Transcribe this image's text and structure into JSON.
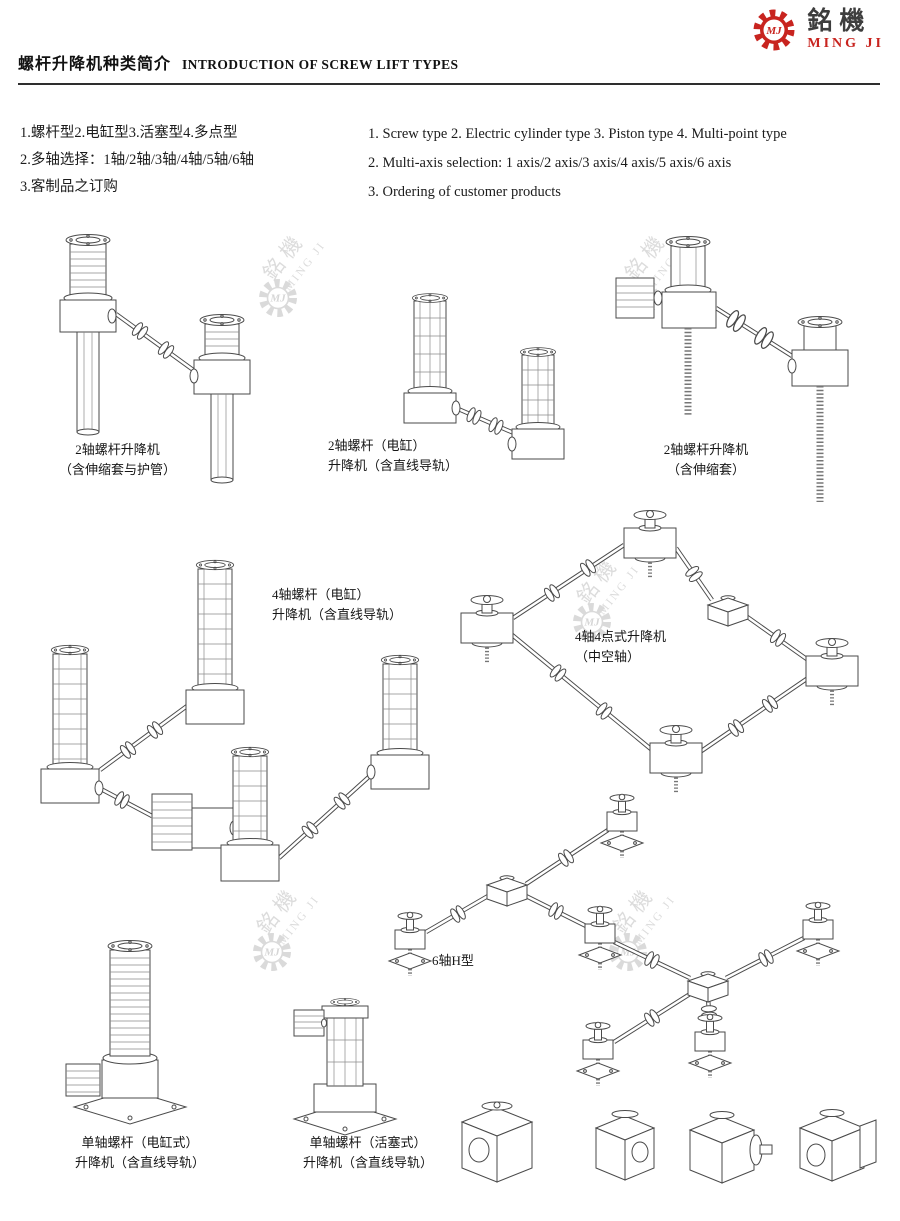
{
  "page": {
    "title_zh": "螺杆升降机种类简介",
    "title_en": "INTRODUCTION OF SCREW LIFT TYPES"
  },
  "brand": {
    "name_zh": "銘機",
    "name_en": "MING JI",
    "monogram": "MJ",
    "accent_color": "#c8241f"
  },
  "icons": {
    "brand_gear": "gear",
    "watermark_gear": "gear"
  },
  "intro": {
    "zh": [
      "1.螺杆型2.电缸型3.活塞型4.多点型",
      "2.多轴选择：1轴/2轴/3轴/4轴/5轴/6轴",
      "3.客制品之订购"
    ],
    "en": [
      "1. Screw type 2. Electric cylinder type 3. Piston type 4. Multi-point type",
      "2. Multi-axis selection: 1 axis/2 axis/3 axis/4 axis/5 axis/6 axis",
      "3. Ordering of customer products"
    ]
  },
  "figures": [
    {
      "id": "two-axis-screw-lift-sleeve-tube",
      "caption_lines": [
        "2轴螺杆升降机",
        "（含伸缩套与护管）"
      ]
    },
    {
      "id": "two-axis-electric-cylinder-lift",
      "caption_lines": [
        "2轴螺杆（电缸）",
        "升降机（含直线导轨）"
      ]
    },
    {
      "id": "two-axis-screw-lift-sleeve",
      "caption_lines": [
        "2轴螺杆升降机",
        "（含伸缩套）"
      ]
    },
    {
      "id": "four-axis-electric-cylinder-lift",
      "caption_lines": [
        "4轴螺杆（电缸）",
        "升降机（含直线导轨）"
      ]
    },
    {
      "id": "four-axis-four-point-lift",
      "caption_lines": [
        "4轴4点式升降机",
        "（中空轴）"
      ]
    },
    {
      "id": "six-axis-h-type",
      "caption_lines": [
        "6轴H型"
      ]
    },
    {
      "id": "single-axis-electric-cylinder-lift",
      "caption_lines": [
        "单轴螺杆（电缸式）",
        "升降机（含直线导轨）"
      ]
    },
    {
      "id": "single-axis-piston-lift",
      "caption_lines": [
        "单轴螺杆（活塞式）",
        "升降机（含直线导轨）"
      ]
    }
  ],
  "watermark": {
    "text_zh": "銘機",
    "text_en": "MING JI",
    "monogram": "MJ"
  }
}
